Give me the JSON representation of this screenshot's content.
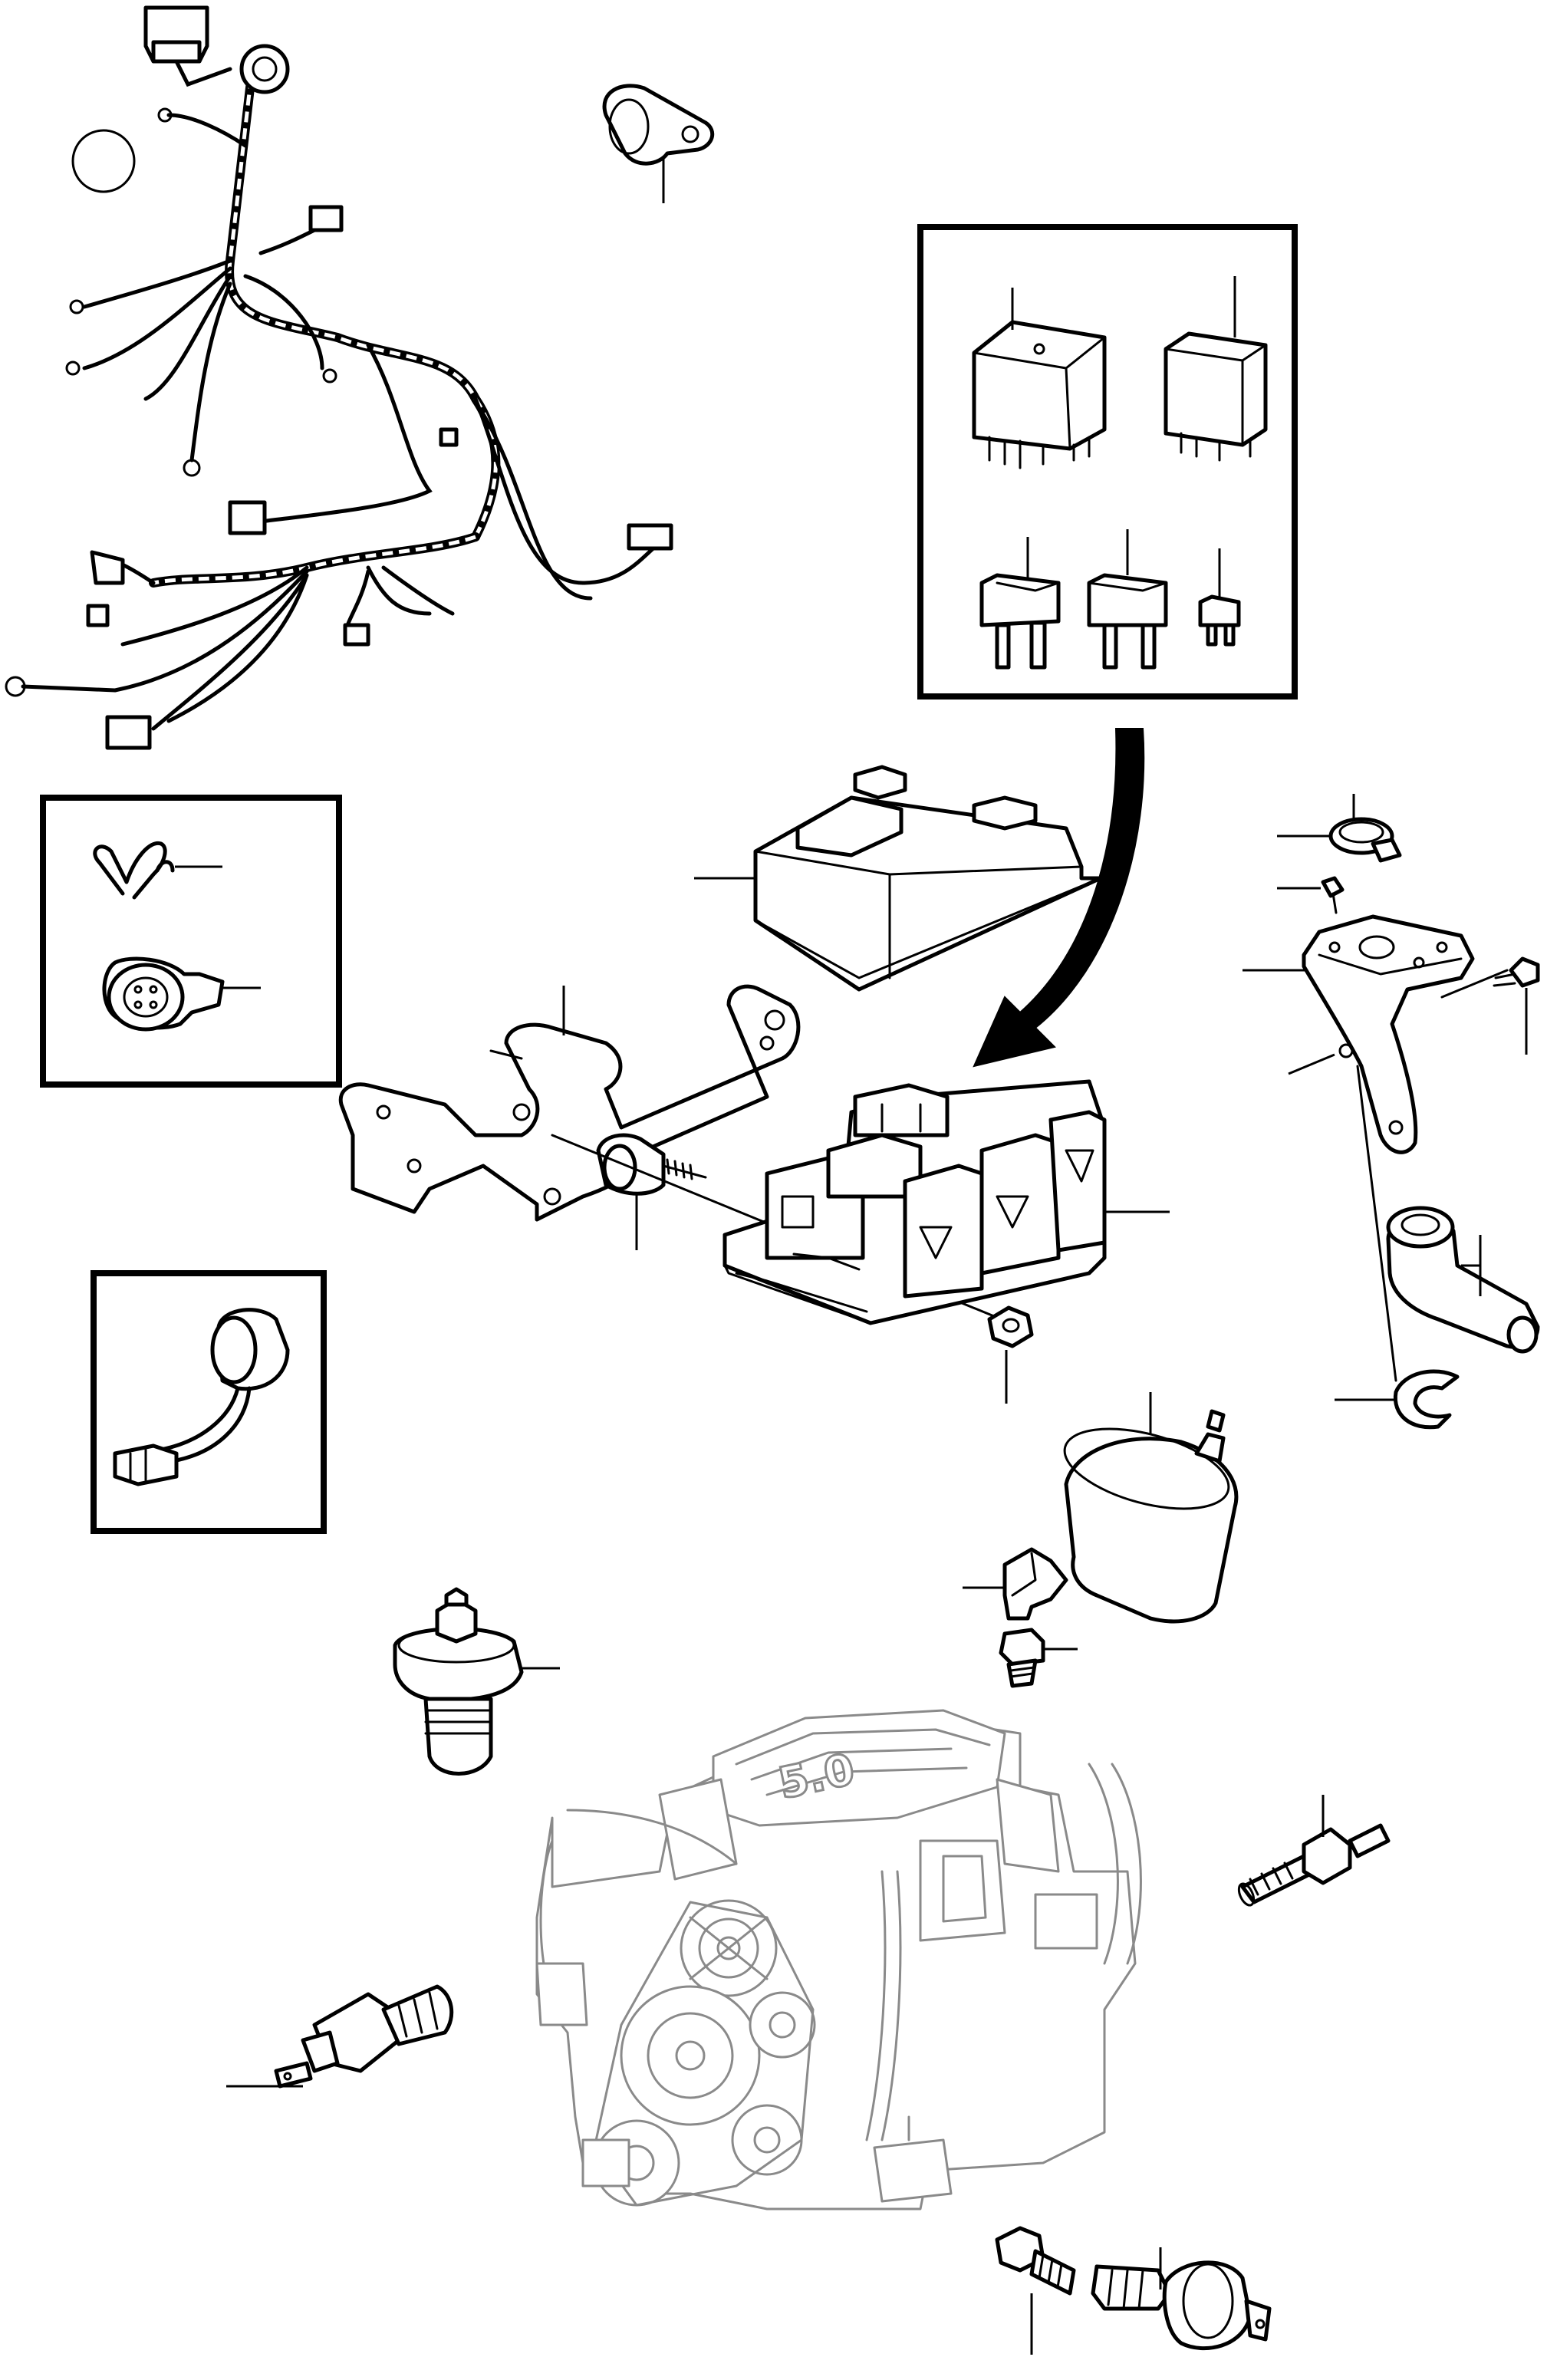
{
  "figure": {
    "background_color": "#ffffff",
    "line_color": "#000000",
    "engine_outline_color": "#8a8a8a"
  },
  "parts": [
    {
      "name": "wiring-harness"
    },
    {
      "name": "cable-clamp"
    },
    {
      "name": "relay-large"
    },
    {
      "name": "relay-small"
    },
    {
      "name": "fuse-large"
    },
    {
      "name": "fuse-medium"
    },
    {
      "name": "fuse-small"
    },
    {
      "name": "fuse-box-cover"
    },
    {
      "name": "fuse-relay-box"
    },
    {
      "name": "mounting-bracket"
    },
    {
      "name": "rubber-mount"
    },
    {
      "name": "nut"
    },
    {
      "name": "spring-clip"
    },
    {
      "name": "connector-plug"
    },
    {
      "name": "buzzer-with-leads"
    },
    {
      "name": "hose-clamp"
    },
    {
      "name": "screw"
    },
    {
      "name": "connector-bracket"
    },
    {
      "name": "bolt"
    },
    {
      "name": "angled-connector"
    },
    {
      "name": "retaining-clip"
    },
    {
      "name": "oil-pressure-sender"
    },
    {
      "name": "elbow-fitting"
    },
    {
      "name": "adapter-nipple"
    },
    {
      "name": "temperature-sender"
    },
    {
      "name": "temperature-switch"
    },
    {
      "name": "temperature-sensor-with-terminal"
    },
    {
      "name": "engine-outline"
    },
    {
      "name": "pressure-switch"
    },
    {
      "name": "reducer-fitting"
    }
  ]
}
